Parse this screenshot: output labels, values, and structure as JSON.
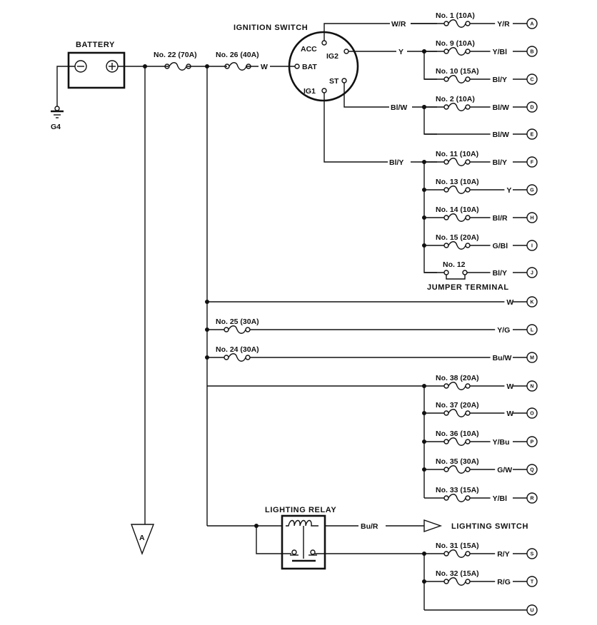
{
  "title": "Power distribution wiring diagram",
  "colors": {
    "ink": "#111111",
    "background": "#ffffff"
  },
  "battery": {
    "label": "BATTERY",
    "ground_label": "G4",
    "neg_symbol": "minus",
    "pos_symbol": "plus"
  },
  "main_fuses": [
    {
      "label": "No. 22 (70A)"
    },
    {
      "label": "No. 26 (40A)",
      "wire": "W"
    }
  ],
  "ignition_switch": {
    "label": "IGNITION SWITCH",
    "pins": [
      "ACC",
      "IG2",
      "BAT",
      "ST",
      "IG1"
    ]
  },
  "ignition_feeds": {
    "acc_wire": "W/R",
    "ig2_wire": "Y",
    "st_wire": "Bl/W",
    "ig1_wire": "Bl/Y"
  },
  "circuits": [
    {
      "terminal": "A",
      "fuse": "No. 1 (10A)",
      "wire": "Y/R"
    },
    {
      "terminal": "B",
      "fuse": "No. 9 (10A)",
      "wire": "Y/Bl"
    },
    {
      "terminal": "C",
      "fuse": "No. 10 (15A)",
      "wire": "Bl/Y"
    },
    {
      "terminal": "D",
      "fuse": "No. 2 (10A)",
      "wire": "Bl/W"
    },
    {
      "terminal": "E",
      "fuse": "",
      "wire": "Bl/W"
    },
    {
      "terminal": "F",
      "fuse": "No. 11 (10A)",
      "wire": "Bl/Y"
    },
    {
      "terminal": "G",
      "fuse": "No. 13 (10A)",
      "wire": "Y"
    },
    {
      "terminal": "H",
      "fuse": "No. 14 (10A)",
      "wire": "Bl/R"
    },
    {
      "terminal": "I",
      "fuse": "No. 15 (20A)",
      "wire": "G/Bl"
    },
    {
      "terminal": "J",
      "fuse": "No. 12",
      "wire": "Bl/Y",
      "note": "JUMPER TERMINAL"
    },
    {
      "terminal": "K",
      "fuse": "",
      "wire": "W"
    },
    {
      "terminal": "L",
      "fuse": "No. 25 (30A)",
      "wire": "Y/G"
    },
    {
      "terminal": "M",
      "fuse": "No. 24 (30A)",
      "wire": "Bu/W"
    },
    {
      "terminal": "N",
      "fuse": "No. 38 (20A)",
      "wire": "W"
    },
    {
      "terminal": "O",
      "fuse": "No. 37 (20A)",
      "wire": "W"
    },
    {
      "terminal": "P",
      "fuse": "No. 36 (10A)",
      "wire": "Y/Bu"
    },
    {
      "terminal": "Q",
      "fuse": "No. 35 (30A)",
      "wire": "G/W"
    },
    {
      "terminal": "R",
      "fuse": "No. 33 (15A)",
      "wire": "Y/Bl"
    },
    {
      "terminal": "S",
      "fuse": "No. 31 (15A)",
      "wire": "R/Y"
    },
    {
      "terminal": "T",
      "fuse": "No. 32 (15A)",
      "wire": "R/G"
    },
    {
      "terminal": "U",
      "fuse": "",
      "wire": ""
    }
  ],
  "lighting_relay": {
    "label": "LIGHTING RELAY",
    "wire": "Bu/R",
    "destination": "LIGHTING SWITCH"
  },
  "offpage_connector": {
    "label": "A"
  }
}
